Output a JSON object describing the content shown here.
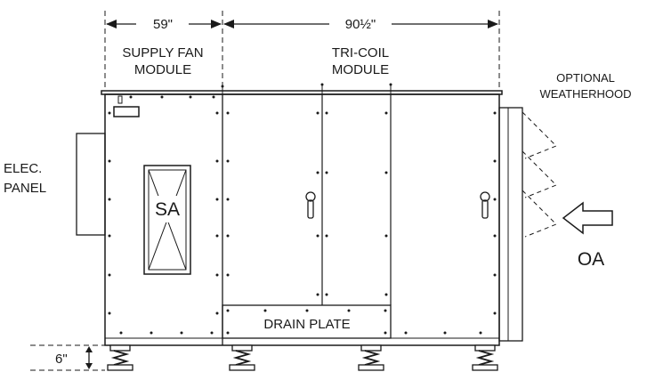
{
  "dimensions": {
    "supply_width": "59\"",
    "tricoil_width": "90½\"",
    "leg_height": "6\""
  },
  "labels": {
    "supply_fan_line1": "SUPPLY FAN",
    "supply_fan_line2": "MODULE",
    "tricoil_line1": "TRI-COIL",
    "tricoil_line2": "MODULE",
    "weatherhood_line1": "OPTIONAL",
    "weatherhood_line2": "WEATHERHOOD",
    "elec_line1": "ELEC.",
    "elec_line2": "PANEL",
    "supply_air": "SA",
    "outside_air": "OA",
    "drain_plate": "DRAIN PLATE"
  }
}
